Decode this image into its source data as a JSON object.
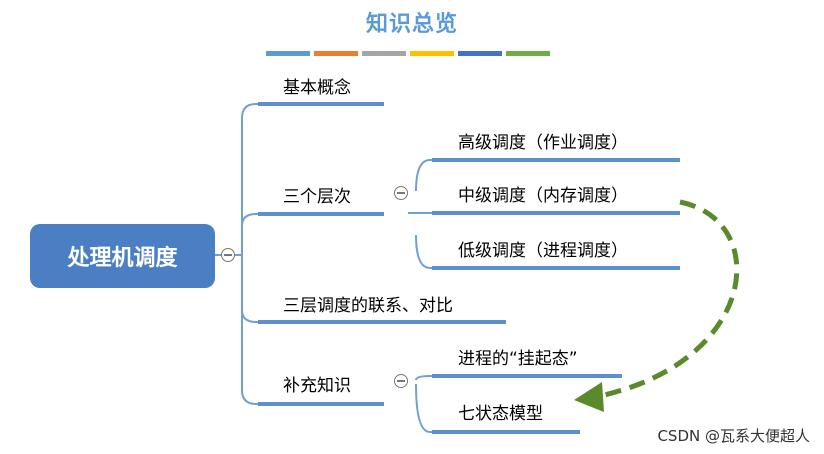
{
  "title": "知识总览",
  "color_bar_colors": [
    "#5b9bd5",
    "#ed7d31",
    "#a5a5a5",
    "#ffc000",
    "#4472c4",
    "#70ad47"
  ],
  "root": {
    "label": "处理机调度"
  },
  "branches": {
    "basic": {
      "label": "基本概念"
    },
    "levels": {
      "label": "三个层次",
      "children": {
        "high": "高级调度（作业调度）",
        "mid": "中级调度（内存调度）",
        "low": "低级调度（进程调度）"
      }
    },
    "relation": {
      "label": "三层调度的联系、对比"
    },
    "extra": {
      "label": "补充知识",
      "children": {
        "suspend": "进程的“挂起态”",
        "seven": "七状态模型"
      }
    }
  },
  "colors": {
    "node_underline": "#5b8fd0",
    "connector": "#6f9fd8",
    "arrow": "#5a8a2a",
    "root_fill": "#4a7fc4"
  },
  "watermark": "CSDN @瓦系大便超人"
}
